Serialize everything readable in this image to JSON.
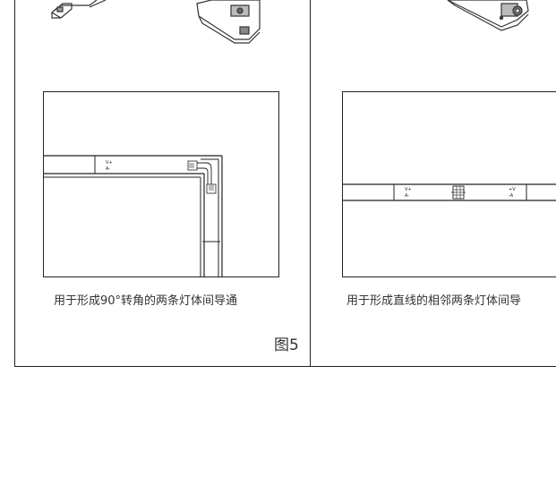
{
  "panels": {
    "left": {
      "caption": "用于形成90°转角的两条灯体间导通",
      "track_labels": {
        "top": "V+",
        "bottom": "A-"
      }
    },
    "right": {
      "caption": "用于形成直线的相邻两条灯体间导",
      "track_labels_left": {
        "top": "V+",
        "bottom": "A-"
      },
      "track_labels_right": {
        "top": "+V",
        "bottom": "-A"
      }
    }
  },
  "figure_label": "图5"
}
